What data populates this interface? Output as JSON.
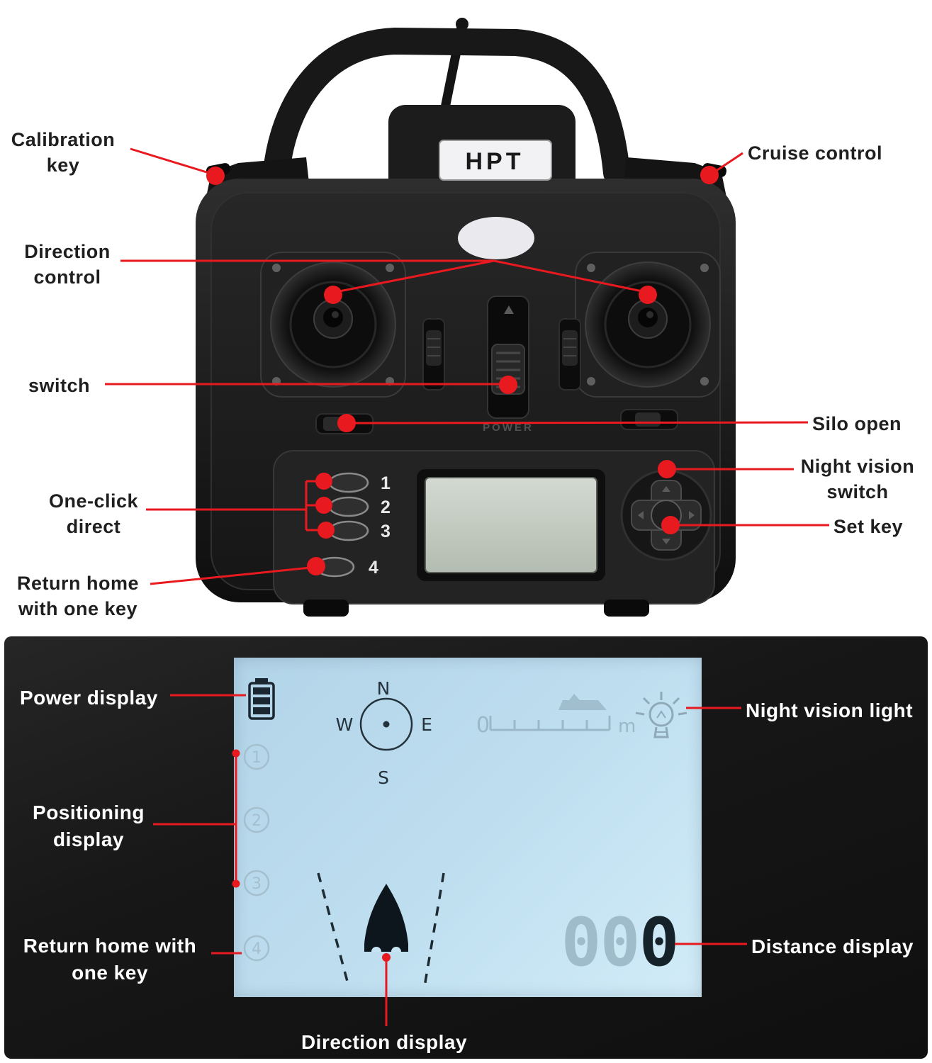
{
  "colors": {
    "annotation_red": "#e8191f",
    "panel_background": "#161616",
    "lcd_background": "#bfdff0",
    "label_dark": "#1f1f1f",
    "label_light": "#ffffff"
  },
  "remote": {
    "brand": "HPT",
    "power_label": "POWER",
    "buttons": [
      "1",
      "2",
      "3",
      "4"
    ]
  },
  "top_labels": {
    "calibration_key": "Calibration\nkey",
    "cruise_control": "Cruise control",
    "direction_control": "Direction\ncontrol",
    "switch": "switch",
    "silo_open": "Silo open",
    "night_vision_switch": "Night vision\nswitch",
    "set_key": "Set key",
    "one_click_direct": "One-click\ndirect",
    "return_home": "Return home\nwith one key"
  },
  "screen": {
    "compass": {
      "n": "N",
      "s": "S",
      "e": "E",
      "w": "W"
    },
    "scale_zero": "0",
    "scale_unit": "m",
    "positioning_numbers": [
      "1",
      "2",
      "3",
      "4"
    ],
    "distance_digits": [
      "0",
      "0",
      "0"
    ]
  },
  "bottom_labels": {
    "power_display": "Power display",
    "positioning_display": "Positioning\ndisplay",
    "return_home_one_key": "Return home with\none key",
    "night_vision_light": "Night vision light",
    "distance_display": "Distance display",
    "direction_display": "Direction display"
  },
  "icons": {
    "battery": "battery-icon",
    "compass": "compass-icon",
    "night_vision_bulb": "bulb-icon",
    "boat": "boat-icon",
    "dpad": "dpad-icon"
  }
}
